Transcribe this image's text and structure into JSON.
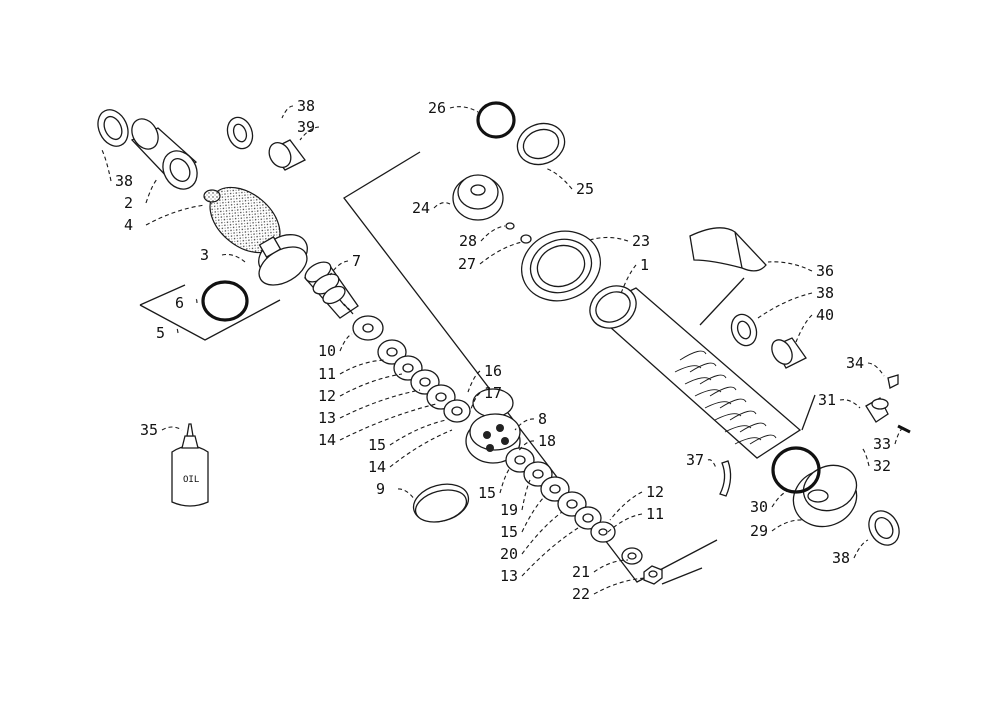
{
  "diagram": {
    "callouts": [
      "38",
      "39",
      "38",
      "2",
      "4",
      "26",
      "25",
      "24",
      "28",
      "27",
      "23",
      "1",
      "3",
      "7",
      "6",
      "5",
      "36",
      "38",
      "40",
      "10",
      "11",
      "12",
      "13",
      "14",
      "15",
      "14",
      "16",
      "17",
      "8",
      "18",
      "34",
      "31",
      "33",
      "32",
      "35",
      "9",
      "15",
      "19",
      "15",
      "20",
      "13",
      "12",
      "11",
      "21",
      "22",
      "37",
      "30",
      "29",
      "38"
    ],
    "oil_label": "OIL"
  }
}
